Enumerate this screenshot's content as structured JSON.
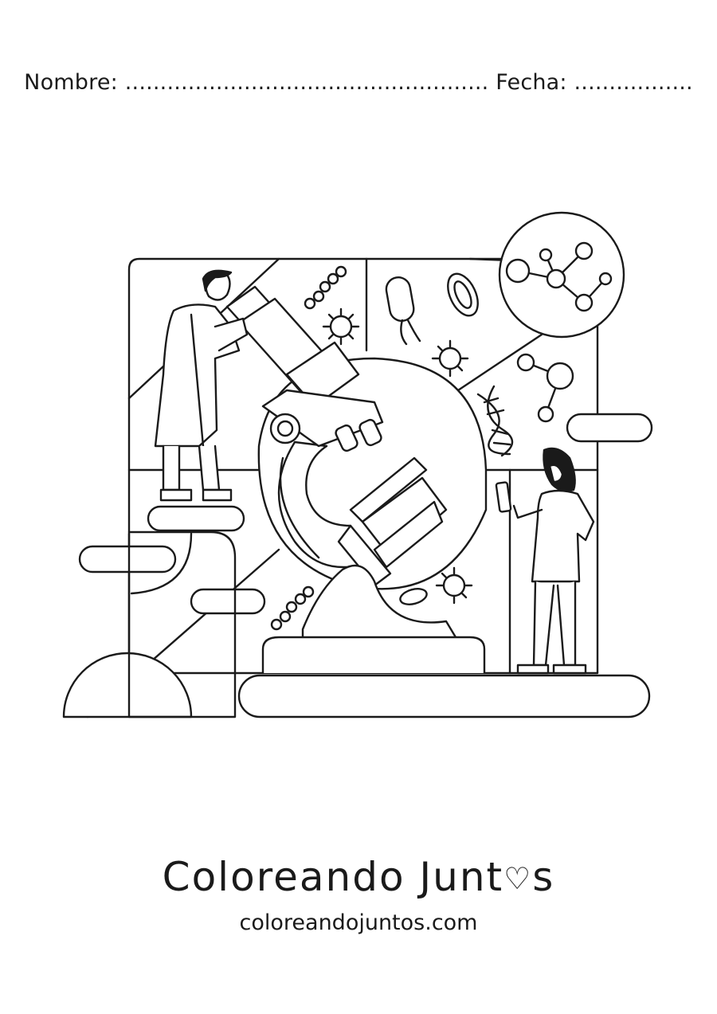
{
  "header": {
    "name_label": "Nombre:",
    "name_dots": "....................................................",
    "date_label": "Fecha:",
    "date_dots": "................."
  },
  "illustration": {
    "subject": "scientists-with-giant-microscope",
    "stroke_color": "#1a1a1a",
    "fill_color": "#ffffff"
  },
  "brand": {
    "name_part1": "Coloreando Junt",
    "heart_icon": "heart-icon",
    "name_part2": "s",
    "website": "coloreandojuntos.com"
  }
}
